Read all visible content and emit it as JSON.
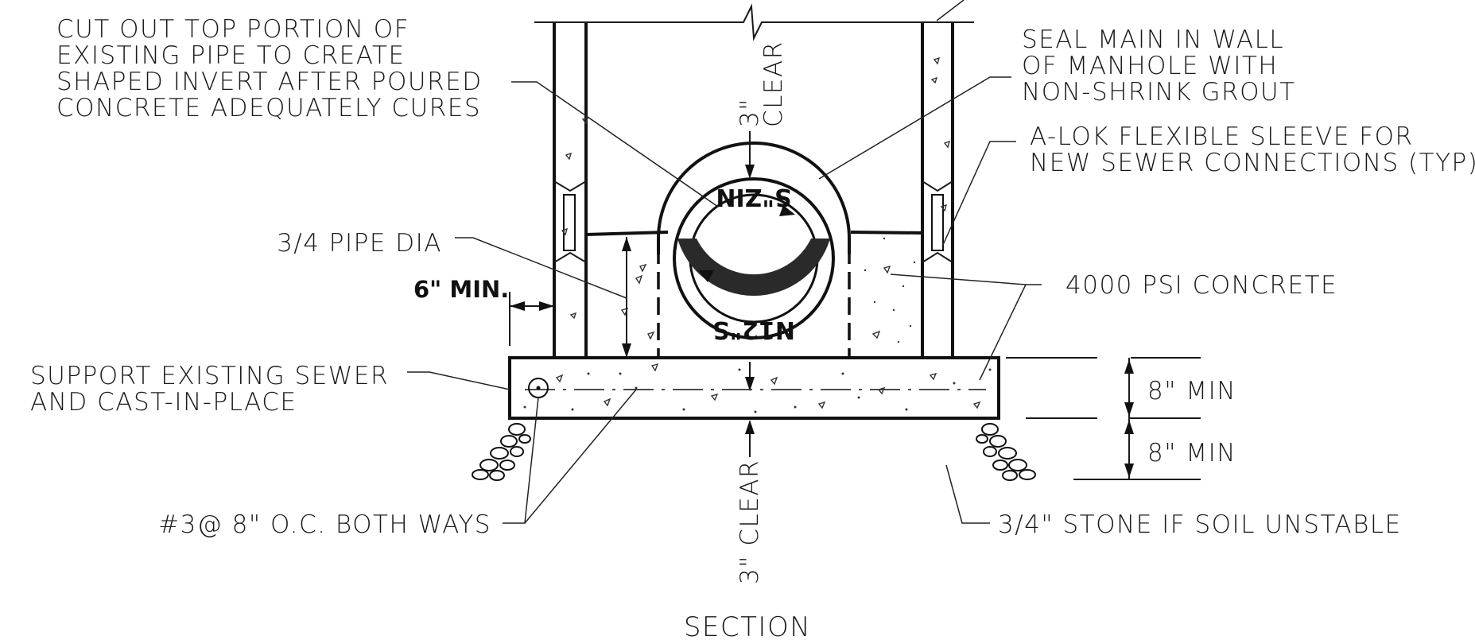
{
  "drawing": {
    "title": "SECTION",
    "notes": {
      "cut_out_top": [
        "CUT OUT TOP PORTION OF",
        "EXISTING PIPE TO CREATE",
        "SHAPED INVERT AFTER POURED",
        "CONCRETE ADEQUATELY CURES"
      ],
      "seal_main": [
        "SEAL MAIN IN WALL",
        "OF MANHOLE WITH",
        "NON-SHRINK GROUT"
      ],
      "sleeve": [
        "A-LOK FLEXIBLE SLEEVE FOR",
        "NEW SEWER CONNECTIONS (TYP)"
      ],
      "pipe_dia": "3/4 PIPE DIA",
      "six_min": "6\" MIN.",
      "concrete": "4000 PSI CONCRETE",
      "support": [
        "SUPPORT EXISTING SEWER",
        "AND CAST-IN-PLACE"
      ],
      "rebar": "#3@ 8\" O.C. BOTH WAYS",
      "stone": "3/4\" STONE IF SOIL UNSTABLE",
      "eight_min_top": "8\" MIN",
      "eight_min_bottom": "8\" MIN",
      "clear_top": [
        "3\"",
        "CLEAR"
      ],
      "clear_bottom": "3\" CLEAR",
      "pipe_label_top": "S\"ZIN",
      "pipe_label_bottom": "N12\"S"
    }
  }
}
